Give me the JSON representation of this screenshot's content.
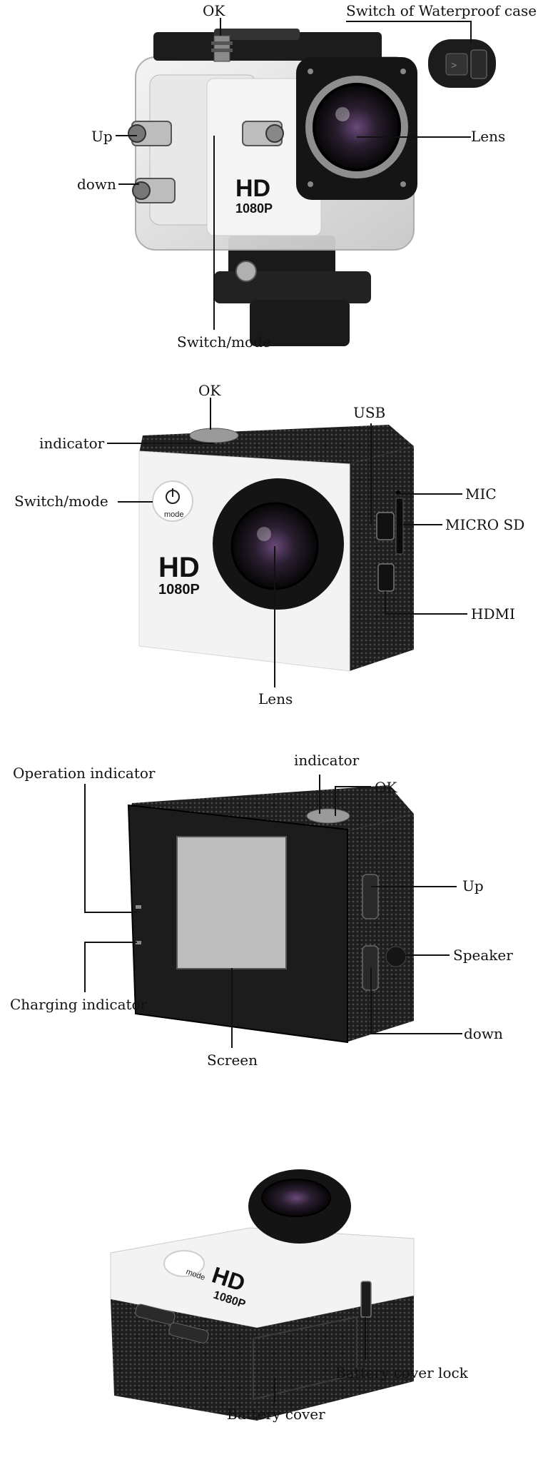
{
  "panel1": {
    "labels": {
      "ok": "OK",
      "switch_case": "Switch of Waterproof case",
      "up": "Up",
      "down": "down",
      "lens": "Lens",
      "switch_mode": "Switch/mode"
    },
    "camera_text": {
      "hd": "HD",
      "res": "1080P"
    }
  },
  "panel2": {
    "labels": {
      "ok": "OK",
      "indicator": "indicator",
      "usb": "USB",
      "switch_mode": "Switch/mode",
      "mic": "MIC",
      "micro_sd": "MICRO SD",
      "hdmi": "HDMI",
      "lens": "Lens"
    },
    "camera_text": {
      "hd": "HD",
      "res": "1080P",
      "mode": "mode"
    }
  },
  "panel3": {
    "labels": {
      "indicator": "indicator",
      "operation_indicator": "Operation indicator",
      "ok": "OK",
      "up": "Up",
      "speaker": "Speaker",
      "charging_indicator": "Charging indicator",
      "down": "down",
      "screen": "Screen"
    }
  },
  "panel4": {
    "labels": {
      "battery_cover_lock": "Battery cover lock",
      "battery_cover": "Battery cover"
    },
    "camera_text": {
      "hd": "HD",
      "res": "1080P",
      "mode": "mode"
    }
  },
  "colors": {
    "body_white": "#f2f2f2",
    "body_black": "#1c1c1c",
    "case_clear": "#dcdcdc",
    "lens_black": "#111111"
  }
}
